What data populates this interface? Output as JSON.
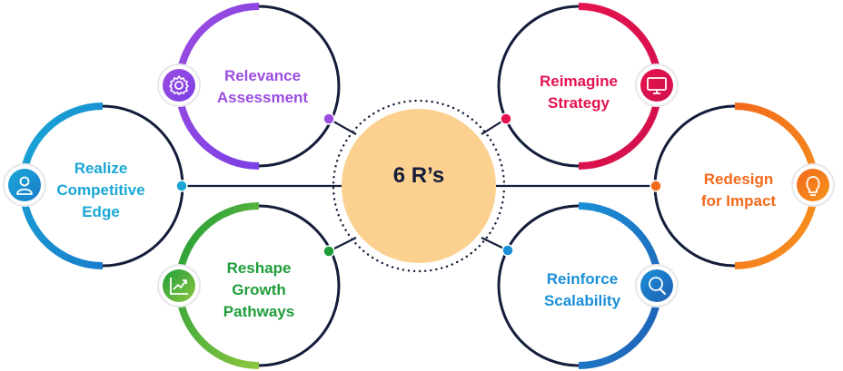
{
  "center": {
    "title": "6 R’s",
    "fill": "#fcd08f",
    "text_color": "#141d3a"
  },
  "nodes": [
    {
      "id": "relevance",
      "lines": [
        "Relevance",
        "Assessment"
      ],
      "icon": "gear-icon",
      "color": "#9b4de0",
      "color2": "#7b3fe4"
    },
    {
      "id": "reimagine",
      "lines": [
        "Reimagine",
        "Strategy"
      ],
      "icon": "monitor-icon",
      "color": "#e4134f",
      "color2": "#d1104a"
    },
    {
      "id": "realize",
      "lines": [
        "Realize",
        "Competitive",
        "Edge"
      ],
      "icon": "person-icon",
      "color": "#1aa7d6",
      "color2": "#1a7ccc"
    },
    {
      "id": "redesign",
      "lines": [
        "Redesign",
        "for Impact"
      ],
      "icon": "lightbulb-icon",
      "color": "#f26a1b",
      "color2": "#f7931e"
    },
    {
      "id": "reshape",
      "lines": [
        "Reshape",
        "Growth",
        "Pathways"
      ],
      "icon": "chart-icon",
      "color": "#1f9d3a",
      "color2": "#8cc63f"
    },
    {
      "id": "reinforce",
      "lines": [
        "Reinforce",
        "Scalability"
      ],
      "icon": "search-icon",
      "color": "#1a8fd6",
      "color2": "#1f5fb4"
    }
  ],
  "ring_dark": "#141d3a"
}
